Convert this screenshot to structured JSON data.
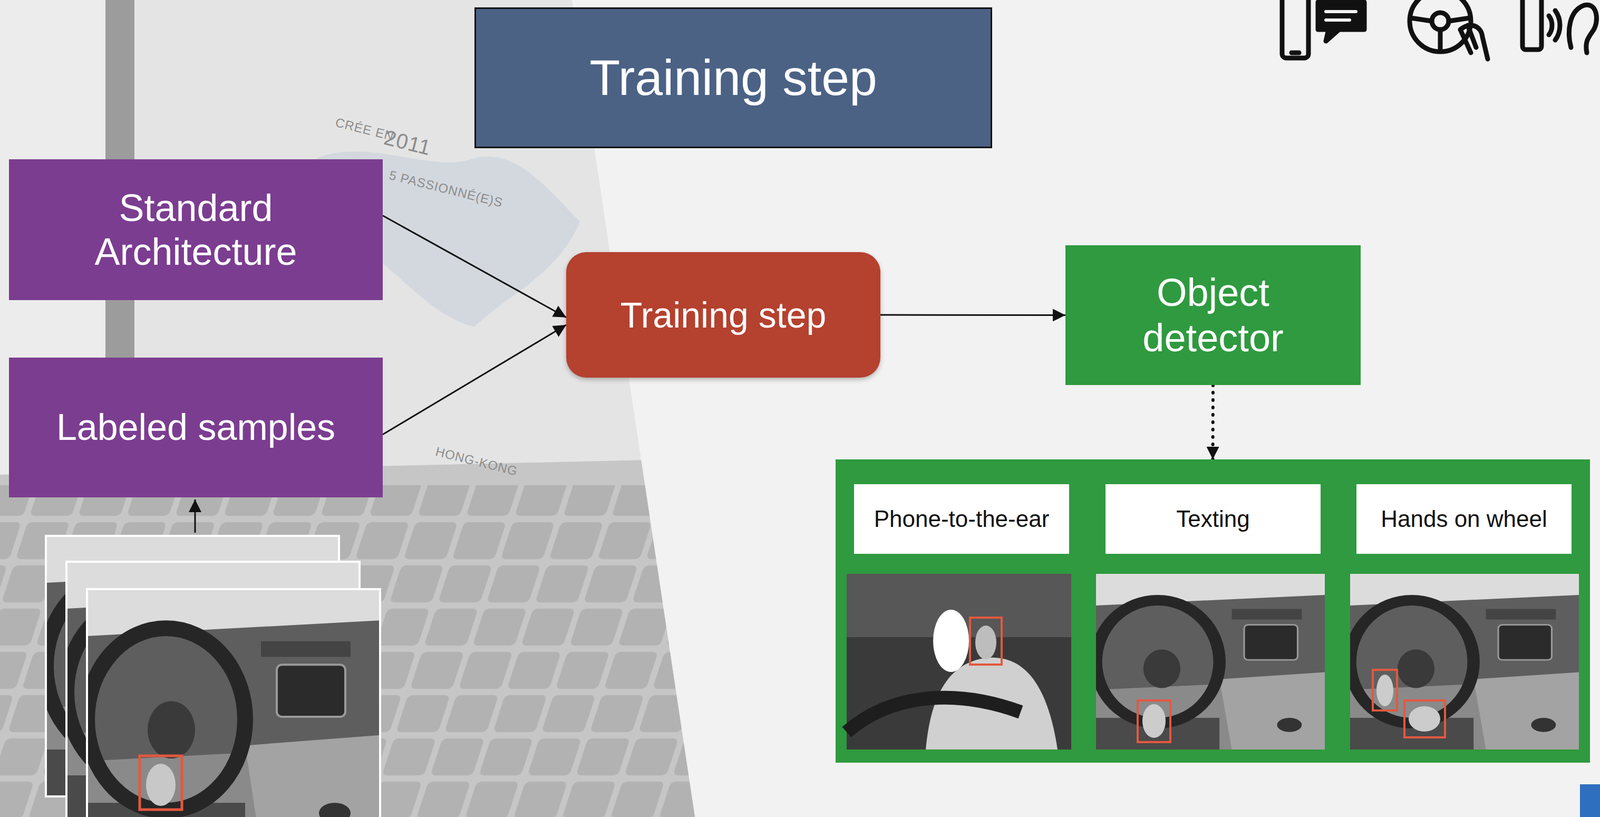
{
  "diagram": {
    "title": "Training step",
    "nodes": [
      {
        "text": [
          "Standard Architecture"
        ]
      },
      {
        "text": [
          "Labeled samples"
        ]
      },
      {
        "text": [
          "Training step"
        ]
      },
      {
        "text": [
          "Object detector"
        ]
      },
      {
        "text": []
      },
      {
        "text": [
          "Phone-to-the-ear"
        ],
        "in": 4
      },
      {
        "text": [
          "Texting"
        ],
        "in": 4
      },
      {
        "text": [
          "Hands on wheel"
        ],
        "in": 4
      }
    ],
    "edges": [
      {
        "from": 0,
        "to": 2,
        "arrow": "to"
      },
      {
        "from": 1,
        "to": 2,
        "arrow": "to"
      },
      {
        "from": 2,
        "to": 3,
        "arrow": "to"
      },
      {
        "from": 3,
        "to": 4,
        "arrow": "to"
      }
    ],
    "labels": [
      "CRÉE EN",
      "2011",
      "5 PASSIONNÉ(E)S",
      "HONG-KONG"
    ]
  }
}
